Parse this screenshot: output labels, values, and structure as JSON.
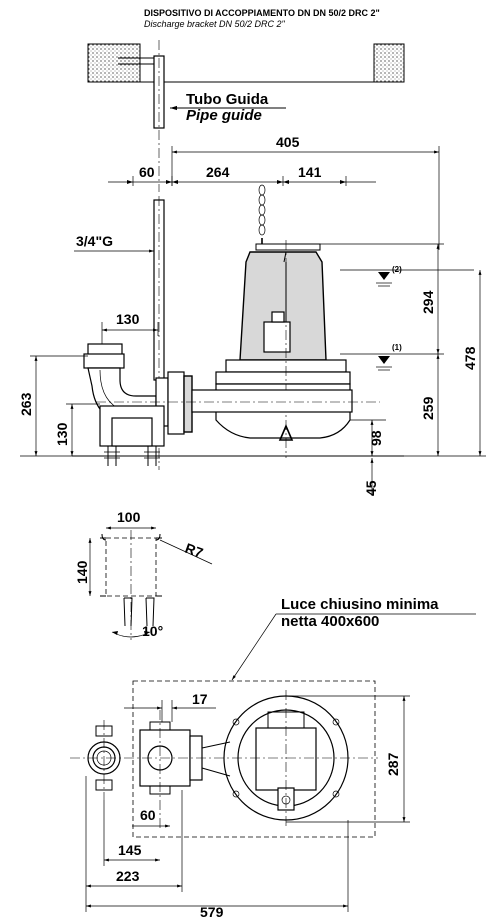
{
  "header": {
    "title": "DISPOSITIVO DI ACCOPPIAMENTO DN DN 50/2 DRC 2\"",
    "subtitle": "Discharge bracket DN 50/2 DRC 2\""
  },
  "labels": {
    "guide_it": "Tubo Guida",
    "guide_en": "Pipe guide",
    "thread": "3/4\"G",
    "cover_line1": "Luce chiusino minima",
    "cover_line2": "netta 400x600",
    "level_2": "(2)",
    "level_1": "(1)"
  },
  "dimensions": {
    "d405": "405",
    "d60_top": "60",
    "d264": "264",
    "d141": "141",
    "d130_h": "130",
    "d263": "263",
    "d130_v": "130",
    "d294": "294",
    "d478": "478",
    "d259": "259",
    "d98": "98",
    "d45": "45",
    "d100": "100",
    "d140": "140",
    "r7": "R7",
    "angle": "10°",
    "d17": "17",
    "d287": "287",
    "d60_plan": "60",
    "d145": "145",
    "d223": "223",
    "d579": "579"
  }
}
